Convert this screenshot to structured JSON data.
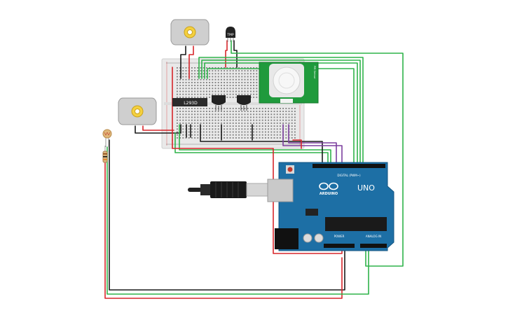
{
  "components": {
    "ic_label": "L293D",
    "temp_sensor_label": "TMP",
    "pir_label": "PIR Sensor",
    "arduino": {
      "brand": "ARDUINO",
      "model": "UNO",
      "digital_label": "DIGITAL (PWM~)",
      "power_label": "POWER",
      "analog_label": "ANALOG IN"
    }
  },
  "colors": {
    "wire_green": "#2fb34a",
    "wire_red": "#d7262b",
    "wire_black": "#1a1a1a",
    "wire_purple": "#7b3f9e",
    "arduino_blue": "#1d6fa5",
    "breadboard": "#e9e9e9"
  }
}
